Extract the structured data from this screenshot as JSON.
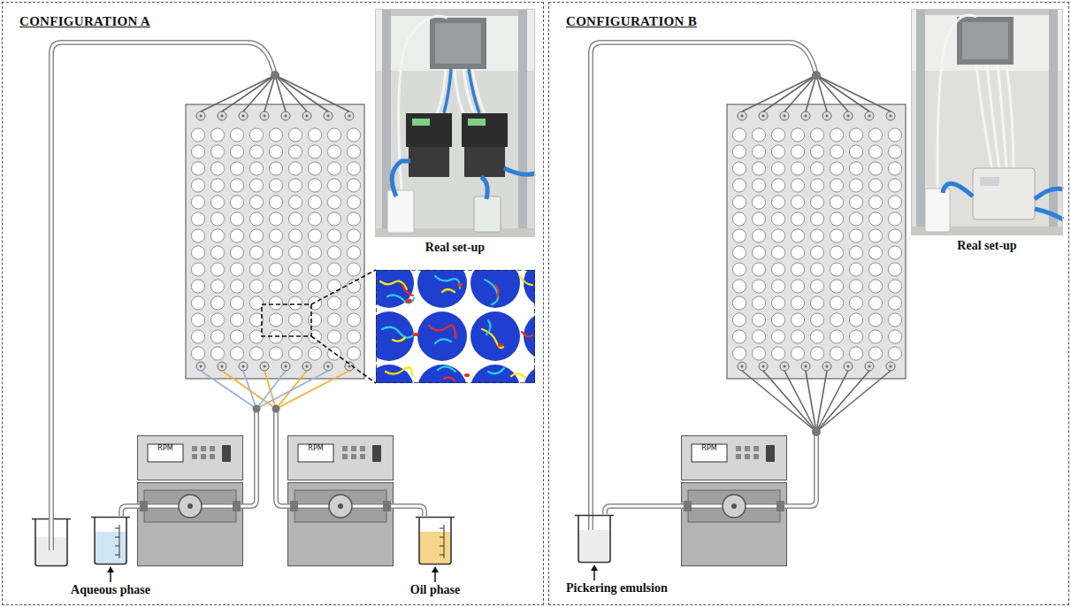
{
  "diagram": {
    "nodes": [
      {
        "text": [
          "CONFIGURATION A"
        ]
      },
      {
        "text": [
          "Real set-up"
        ],
        "in": 0
      },
      {
        "text": [
          "Aqueous phase"
        ],
        "in": 0
      },
      {
        "text": [
          "RPM"
        ],
        "in": 0
      },
      {
        "text": [
          "RPM"
        ],
        "in": 0
      },
      {
        "text": [
          "Oil phase"
        ],
        "in": 0
      },
      {
        "text": [
          "CONFIGURATION B"
        ]
      },
      {
        "text": [
          "Real set-up"
        ],
        "in": 6
      },
      {
        "text": [
          "Pickering emulsion"
        ],
        "in": 6
      },
      {
        "text": [
          "RPM"
        ],
        "in": 6
      }
    ],
    "edges": [
      {
        "from": 2,
        "to": 3,
        "arrow": "none"
      },
      {
        "from": 5,
        "to": 4,
        "arrow": "none"
      },
      {
        "from": 8,
        "to": 9,
        "arrow": "none"
      }
    ]
  }
}
